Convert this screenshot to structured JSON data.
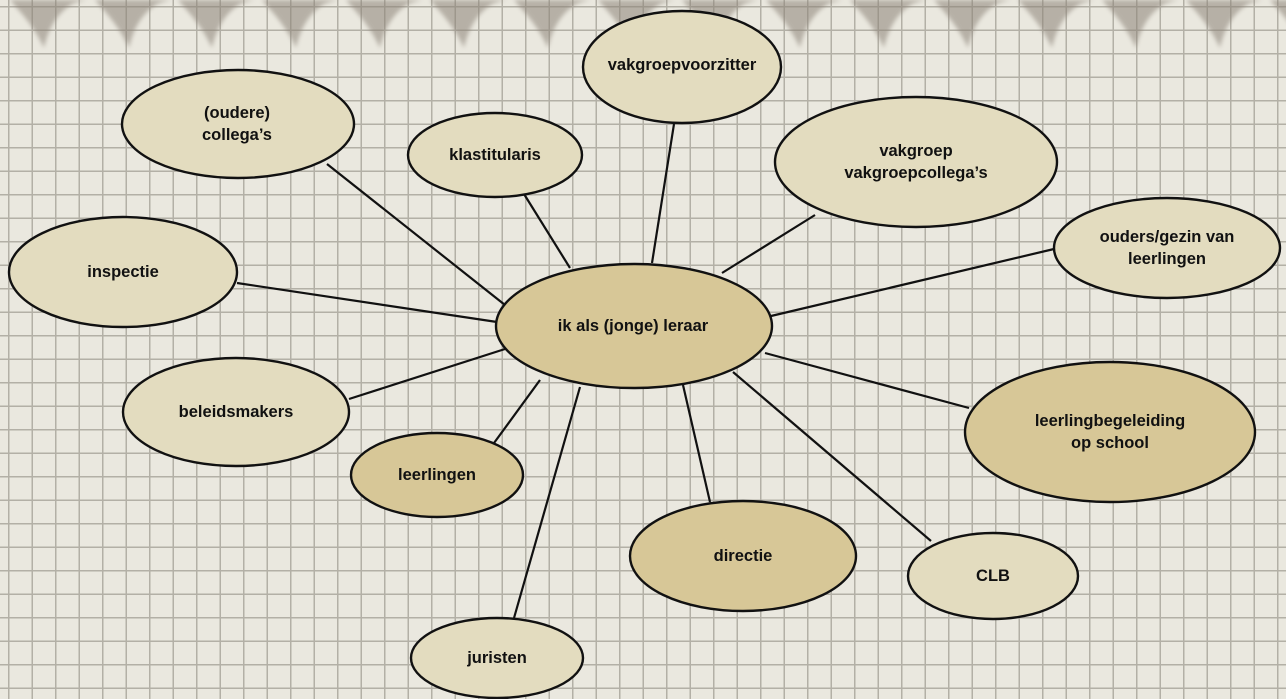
{
  "colors": {
    "center_fill": "#d7c797",
    "node_fill": "#e3dcbf",
    "node_dark_fill": "#d7c797",
    "stroke": "#111111",
    "grid": "#b3b0a6",
    "paper": "#eae8df"
  },
  "center": {
    "id": "center",
    "lines": [
      "ik als (jonge) leraar"
    ]
  },
  "nodes": [
    {
      "id": "oudere-collegas",
      "lines": [
        "(oudere)",
        "collega’s"
      ],
      "style": "light"
    },
    {
      "id": "klastitularis",
      "lines": [
        "klastitularis"
      ],
      "style": "light"
    },
    {
      "id": "vakgroepvoorzitter",
      "lines": [
        "vakgroepvoorzitter"
      ],
      "style": "light"
    },
    {
      "id": "vakgroep",
      "lines": [
        "vakgroep",
        "vakgroepcollega’s"
      ],
      "style": "light"
    },
    {
      "id": "ouders",
      "lines": [
        "ouders/gezin van",
        "leerlingen"
      ],
      "style": "light"
    },
    {
      "id": "inspectie",
      "lines": [
        "inspectie"
      ],
      "style": "light"
    },
    {
      "id": "beleidsmakers",
      "lines": [
        "beleidsmakers"
      ],
      "style": "light"
    },
    {
      "id": "leerlingen",
      "lines": [
        "leerlingen"
      ],
      "style": "dark"
    },
    {
      "id": "leerlingbegeleiding",
      "lines": [
        "leerlingbegeleiding",
        "op school"
      ],
      "style": "dark"
    },
    {
      "id": "directie",
      "lines": [
        "directie"
      ],
      "style": "dark"
    },
    {
      "id": "clb",
      "lines": [
        "CLB"
      ],
      "style": "light"
    },
    {
      "id": "juristen",
      "lines": [
        "juristen"
      ],
      "style": "light"
    }
  ]
}
